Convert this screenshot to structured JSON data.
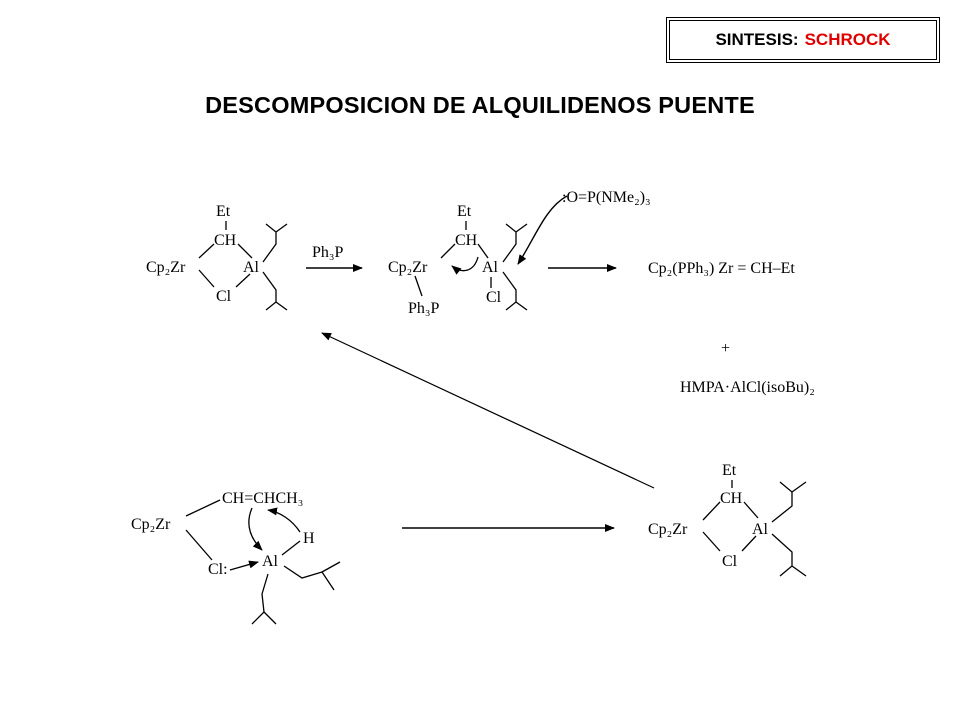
{
  "header": {
    "label": "SINTESIS:",
    "topic": "SCHROCK",
    "label_color": "#000000",
    "topic_color": "#e00000"
  },
  "title": "DESCOMPOSICION DE ALQUILIDENOS PUENTE",
  "scheme": {
    "complex1": {
      "et": "Et",
      "ch": "CH",
      "cp2zr": "Cp₂Zr",
      "al": "Al",
      "cl": "Cl"
    },
    "reagent_ph3p": "Ph₃P",
    "complex2": {
      "et": "Et",
      "ch": "CH",
      "cp2zr": "Cp₂Zr",
      "al": "Al",
      "cl": "Cl",
      "ph3p": "Ph₃P"
    },
    "hmpa_reagent": ":O=P(NMe₂)₃",
    "product1": "Cp₂(PPh₃) Zr = CH–Et",
    "plus": "+",
    "product2": "HMPA·AlCl(isoBu)₂",
    "precursor": {
      "cp2zr": "Cp₂Zr",
      "chain": "CH=CHCH₃",
      "h": "H",
      "cl": "Cl:",
      "al": "Al"
    },
    "complex3": {
      "et": "Et",
      "ch": "CH",
      "cp2zr": "Cp₂Zr",
      "al": "Al",
      "cl": "Cl"
    }
  }
}
